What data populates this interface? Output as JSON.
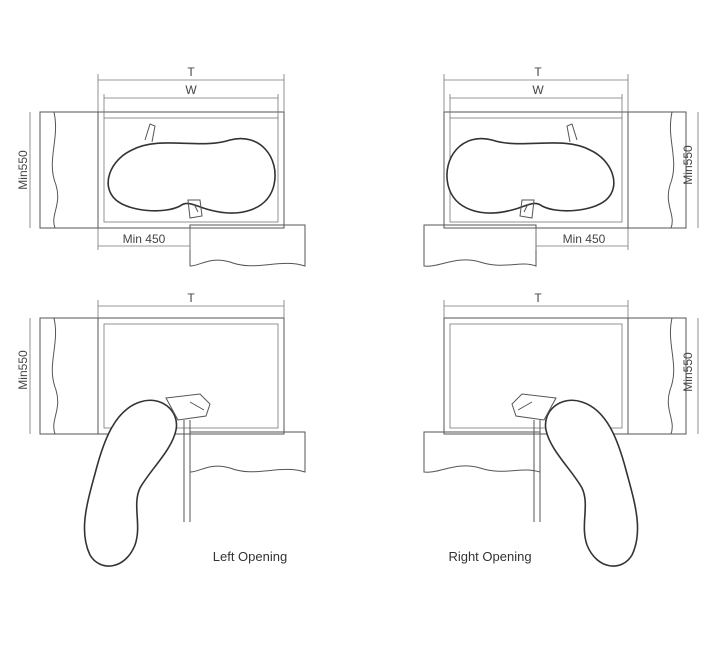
{
  "labels": {
    "t": "T",
    "w": "W",
    "min550": "Min550",
    "min450": "Min 450",
    "left_opening": "Left Opening",
    "right_opening": "Right Opening"
  }
}
